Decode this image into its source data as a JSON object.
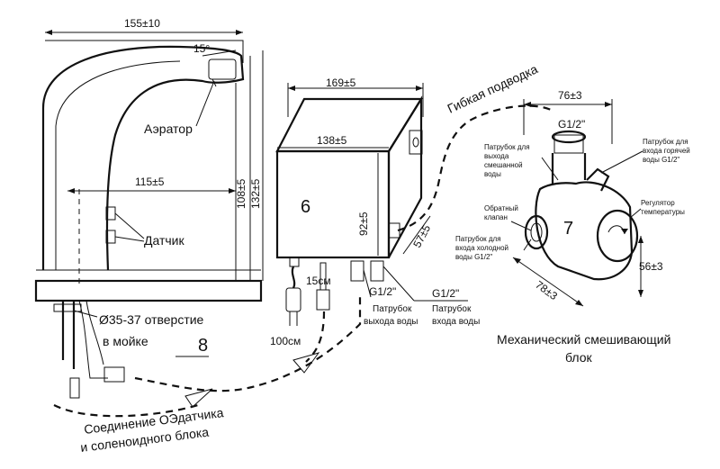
{
  "faucet": {
    "width_dim": "155±10",
    "angle": "15°",
    "aerator": "Аэратор",
    "reach_dim": "115±5",
    "height_dim_1": "108±5",
    "height_dim_2": "132±5",
    "sensor": "Датчик",
    "hole_line1": "Ø35-37 отверстие",
    "hole_line2": "в мойке"
  },
  "box": {
    "width_top": "169±5",
    "width_front": "138±5",
    "height": "92±5",
    "depth": "57±5",
    "number": "6",
    "power_cable": "100см",
    "sensor_cable": "15см",
    "outlet_thread": "G1/2\"",
    "outlet_label_1": "Патрубок",
    "outlet_label_2": "выхода воды",
    "inlet_thread": "G1/2\"",
    "inlet_label_1": "Патрубок",
    "inlet_label_2": "входа воды"
  },
  "hose": {
    "label": "Гибкая подводка",
    "number": "8"
  },
  "connection": {
    "line1": "Соединение ОЭдатчика",
    "line2": "и соленоидного блока"
  },
  "mixer": {
    "number": "7",
    "width_top": "76±3",
    "top_thread": "G1/2\"",
    "out_mixed": [
      "Патрубок для",
      "выхода",
      "смешанной",
      "воды"
    ],
    "hot_in": [
      "Патрубок для",
      "входа горячей",
      "воды G1/2\""
    ],
    "check_valve": [
      "Обратный",
      "клапан"
    ],
    "cold_in": [
      "Патрубок для",
      "входа холодной",
      "воды G1/2\""
    ],
    "regulator": [
      "Регулятор",
      "температуры"
    ],
    "depth_dim": "78±3",
    "side_dim": "56±3",
    "caption_line1": "Механический смешивающий",
    "caption_line2": "блок"
  }
}
